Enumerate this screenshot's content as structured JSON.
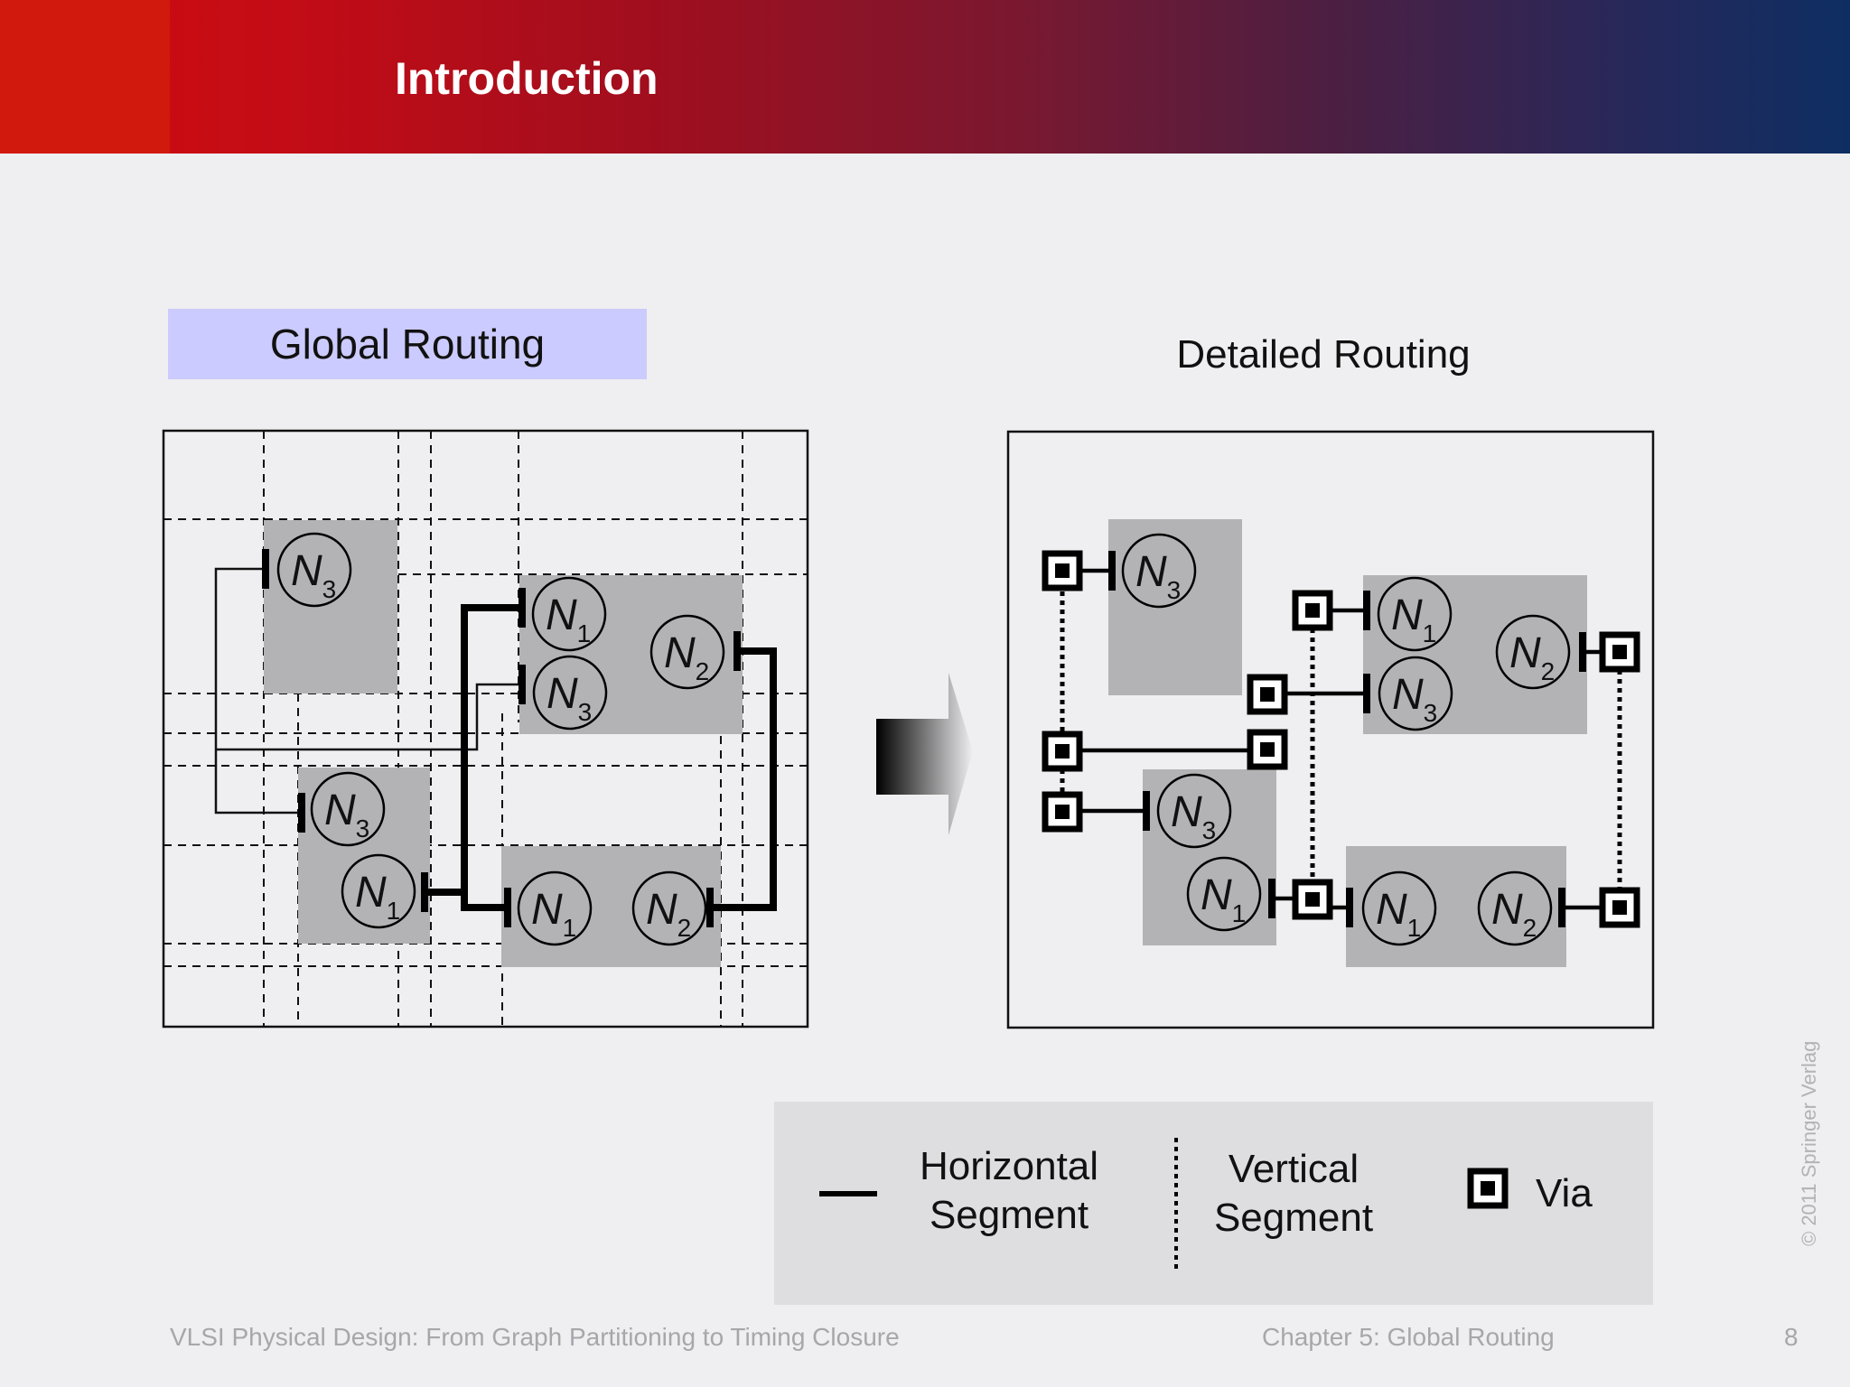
{
  "slide": {
    "title": "Introduction",
    "page_number": "8"
  },
  "global_routing": {
    "label": "Global Routing",
    "nets": [
      {
        "sub": "3"
      },
      {
        "sub": "1"
      },
      {
        "sub": "3"
      },
      {
        "sub": "2"
      },
      {
        "sub": "3"
      },
      {
        "sub": "1"
      },
      {
        "sub": "1"
      },
      {
        "sub": "2"
      }
    ]
  },
  "detailed_routing": {
    "label": "Detailed Routing",
    "nets": [
      {
        "sub": "3"
      },
      {
        "sub": "1"
      },
      {
        "sub": "3"
      },
      {
        "sub": "2"
      },
      {
        "sub": "3"
      },
      {
        "sub": "1"
      },
      {
        "sub": "1"
      },
      {
        "sub": "2"
      }
    ]
  },
  "net_letter": "N",
  "legend": {
    "horizontal": [
      "Horizontal",
      "Segment"
    ],
    "vertical": [
      "Vertical",
      "Segment"
    ],
    "via": "Via"
  },
  "footer": {
    "book": "VLSI Physical Design: From Graph Partitioning to Timing Closure",
    "chapter": "Chapter 5: Global Routing",
    "copyright": "© 2011 Springer Verlag"
  },
  "colors": {
    "header_start": "#d00a0a",
    "header_end": "#0e2e62",
    "global_label_bg": "#cbcbff",
    "cell_fill": "#b3b2b5"
  }
}
